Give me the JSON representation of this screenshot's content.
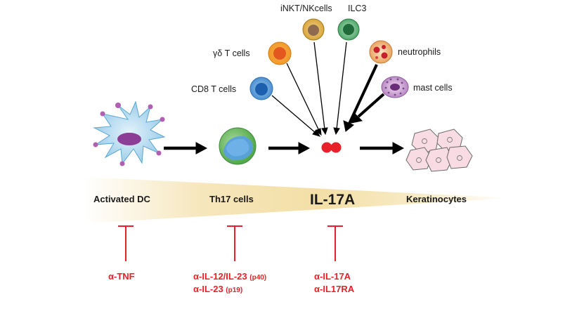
{
  "cells": {
    "inkt": "iNKT/NKcells",
    "ilc3": "ILC3",
    "gd": "γδ T cells",
    "neutrophils": "neutrophils",
    "cd8": "CD8 T cells",
    "mast": "mast cells"
  },
  "stages": {
    "dc": "Activated DC",
    "th17": "Th17 cells",
    "il17a": "IL-17A",
    "keratinocytes": "Keratinocytes"
  },
  "therapies": {
    "tnf": {
      "alpha": "α",
      "name": "-TNF"
    },
    "p40": {
      "alpha": "α",
      "name": "-IL-12/IL-23 ",
      "note": "(p40)"
    },
    "p19": {
      "alpha": "α",
      "name": "-IL-23 ",
      "note": "(p19)"
    },
    "il17a": {
      "alpha": "α",
      "name": "-IL-17A"
    },
    "il17ra": {
      "alpha": "α",
      "name": "-IL17RA"
    }
  },
  "colors": {
    "inhibitor": "#e8202a",
    "gradient_start": "#f2dea5",
    "gradient_end": "#ffffff",
    "arrow": "#000000"
  }
}
